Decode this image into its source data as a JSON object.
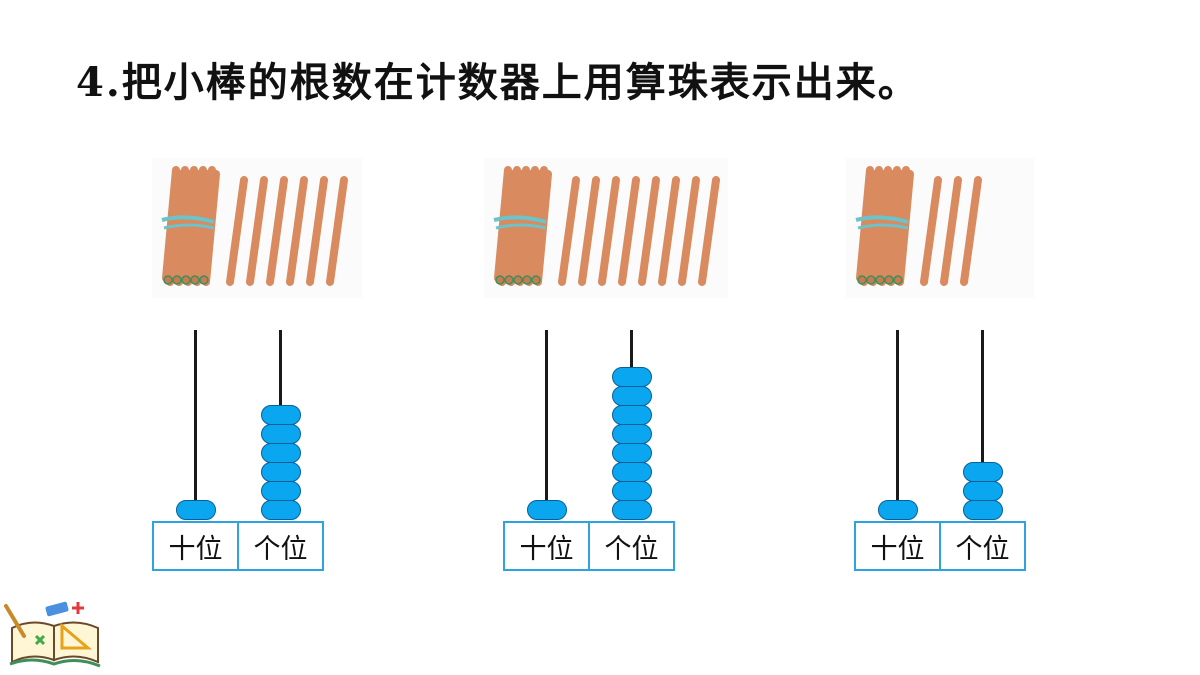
{
  "title": "4.把小棒的根数在计数器上用算珠表示出来。",
  "place_labels": {
    "tens": "十位",
    "ones": "个位"
  },
  "problems": [
    {
      "bundles": 1,
      "loose_sticks": 6,
      "tens_beads": 1,
      "ones_beads": 6
    },
    {
      "bundles": 1,
      "loose_sticks": 8,
      "tens_beads": 1,
      "ones_beads": 8
    },
    {
      "bundles": 1,
      "loose_sticks": 3,
      "tens_beads": 1,
      "ones_beads": 3
    }
  ],
  "colors": {
    "bead": "#0aa7f0",
    "bead_border": "#0a5f96",
    "table_border": "#2ea3e0",
    "stick": "#d98a5f",
    "stick_end": "#3f8f5a",
    "band": "#6cc3c9"
  },
  "icons": [
    "book-stationery-icon"
  ]
}
